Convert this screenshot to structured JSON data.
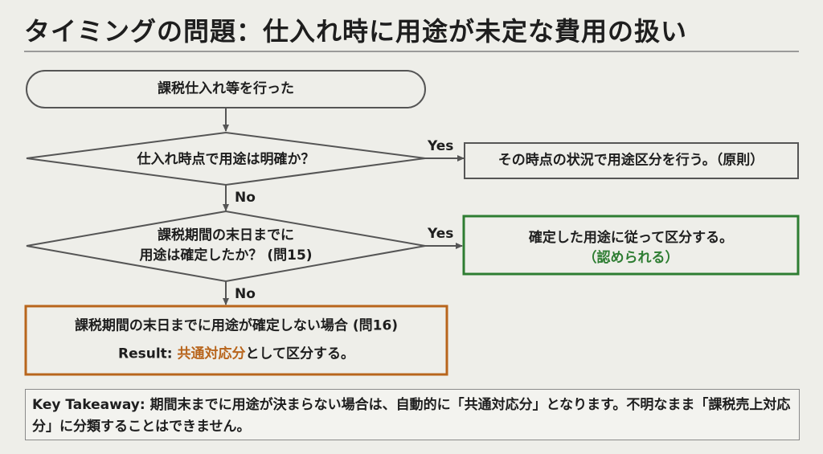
{
  "title": "タイミングの問題：仕入れ時に用途が未定な費用の扱い",
  "flow": {
    "start": "課税仕入れ等を行った",
    "decision1": "仕入れ時点で用途は明確か？",
    "decision1_yes_label": "Yes",
    "decision1_no_label": "No",
    "result1": "その時点の状況で用途区分を行う。（原則）",
    "decision2_line1": "課税期間の末日までに",
    "decision2_line2": "用途は確定したか？ (問15)",
    "decision2_yes_label": "Yes",
    "decision2_no_label": "No",
    "result2_line1": "確定した用途に従って区分する。",
    "result2_line2": "（認められる）",
    "result3_line1": "課税期間の末日までに用途が確定しない場合 (問16)",
    "result3_prefix": "Result: ",
    "result3_highlight": "共通対応分",
    "result3_suffix": "として区分する。"
  },
  "takeaway": "Key Takeaway: 期間末までに用途が決まらない場合は、自動的に「共通対応分」となります。不明なまま「課税売上対応分」に分類することはできません。",
  "colors": {
    "green": "#2e7d32",
    "orange": "#b8651c",
    "stroke": "#555555"
  }
}
